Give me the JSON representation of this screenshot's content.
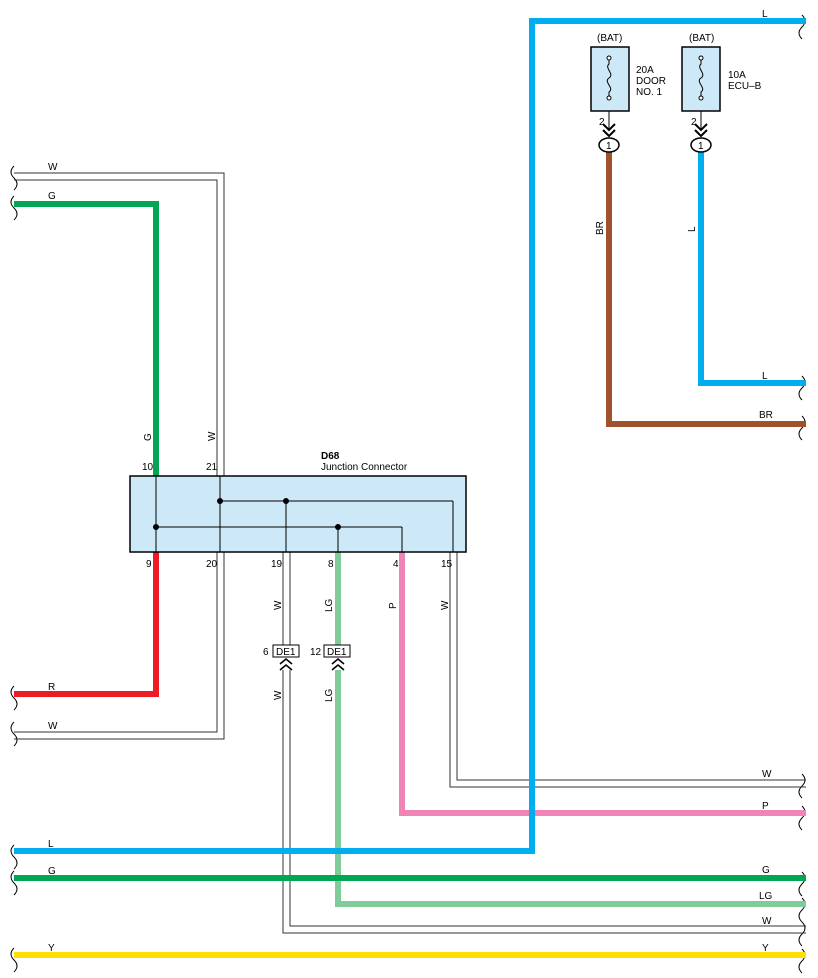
{
  "colors": {
    "green": "#00a651",
    "blue": "#00aeef",
    "brown": "#a0522d",
    "red": "#ed1c24",
    "pink": "#f084b7",
    "light_green": "#80cc99",
    "yellow": "#ffe000",
    "white_wire_outline": "#333333",
    "connector_fill": "#cde9f7"
  },
  "junction": {
    "id": "D68",
    "name": "Junction Connector",
    "top_pins": [
      "10",
      "21"
    ],
    "bottom_pins": [
      "9",
      "20",
      "19",
      "8",
      "4",
      "15"
    ]
  },
  "fuses": [
    {
      "source": "(BAT)",
      "rating": "20A",
      "name_line1": "DOOR",
      "name_line2": "NO. 1",
      "pin": "2",
      "connector_pin": "1"
    },
    {
      "source": "(BAT)",
      "rating": "10A",
      "name_line1": "ECU–B",
      "name_line2": "",
      "pin": "2",
      "connector_pin": "1"
    }
  ],
  "inline_connectors": [
    {
      "id": "DE1",
      "pin": "6"
    },
    {
      "id": "DE1",
      "pin": "12"
    }
  ],
  "wire_labels": {
    "left_w_top": "W",
    "left_g": "G",
    "left_r": "R",
    "left_w_bottom": "W",
    "left_l": "L",
    "left_g_bottom": "G",
    "left_y": "Y",
    "vert_g": "G",
    "vert_w": "W",
    "pin19_w_upper": "W",
    "pin19_w_lower": "W",
    "pin8_lg_upper": "LG",
    "pin8_lg_lower": "LG",
    "pin4_p": "P",
    "pin15_w": "W",
    "fuse1_br": "BR",
    "fuse2_l": "L",
    "right_l_top": "L",
    "right_l": "L",
    "right_br": "BR",
    "right_w": "W",
    "right_p": "P",
    "right_g": "G",
    "right_lg": "LG",
    "right_w2": "W",
    "right_y": "Y"
  }
}
